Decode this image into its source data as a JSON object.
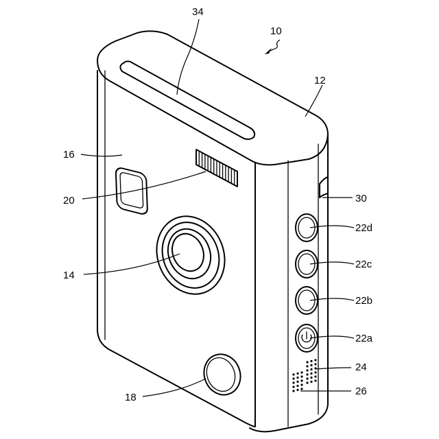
{
  "figure": {
    "labels": {
      "device": "10",
      "housing_top": "12",
      "lens": "14",
      "viewfinder": "16",
      "shutter_button": "18",
      "flash": "20",
      "button_22d": "22d",
      "button_22c": "22c",
      "button_22b": "22b",
      "button_22a": "22a",
      "speaker": "24",
      "microphone": "26",
      "side_strip": "30",
      "print_slot": "34"
    }
  }
}
